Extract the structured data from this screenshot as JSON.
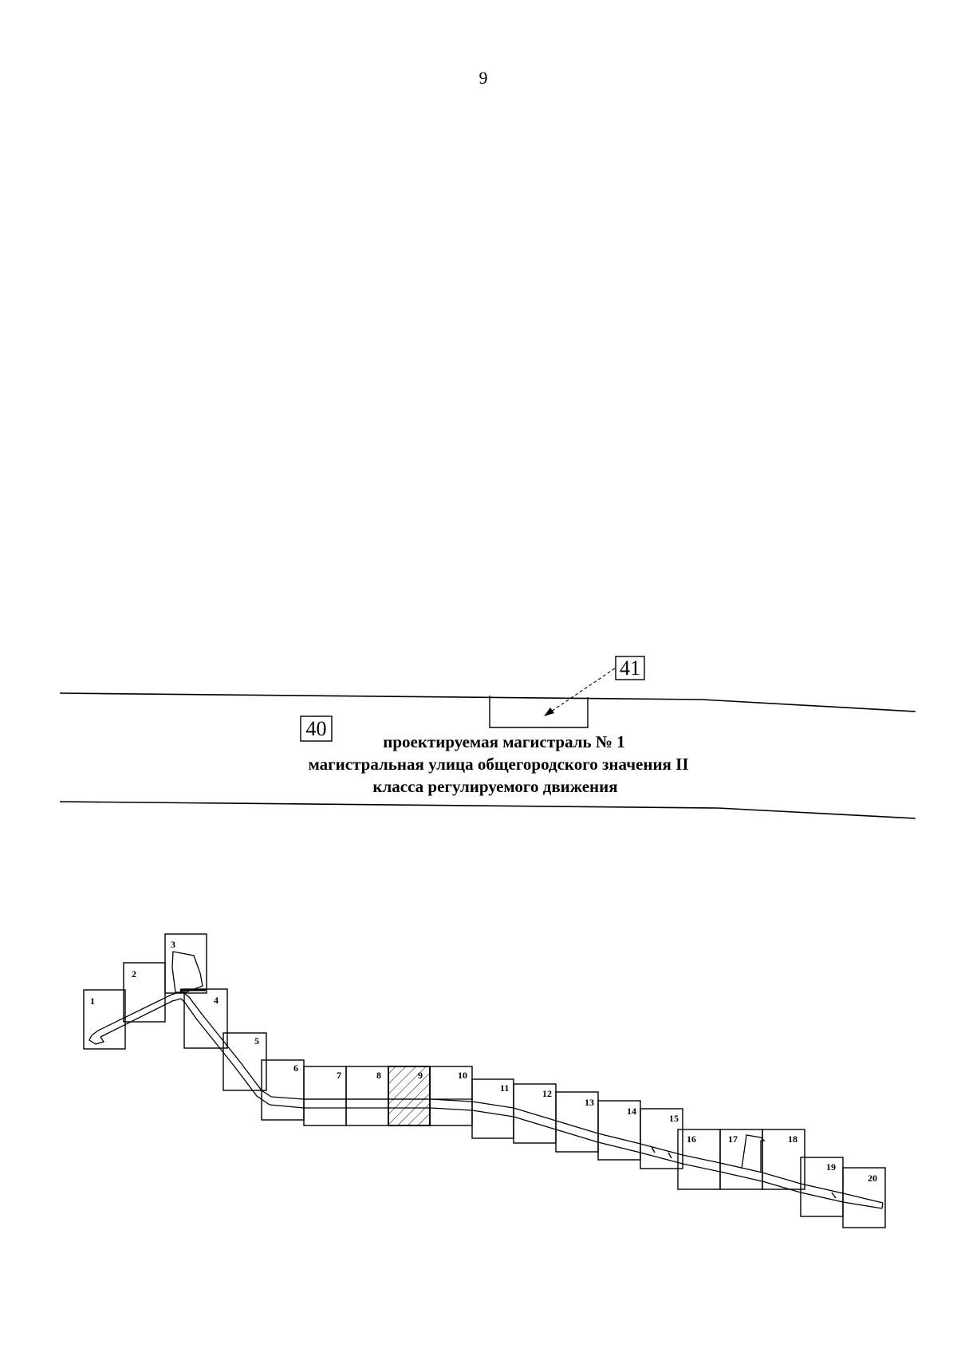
{
  "page_number": "9",
  "plan": {
    "callout_41": "41",
    "callout_40": "40",
    "street_line1": "проектируемая магистраль № 1",
    "street_line2": "магистральная улица общегородского значения II",
    "street_line3": "класса регулируемого движения"
  },
  "index_map": {
    "sheet_labels": [
      "1",
      "2",
      "3",
      "4",
      "5",
      "6",
      "7",
      "8",
      "9",
      "10",
      "11",
      "12",
      "13",
      "14",
      "15",
      "16",
      "17",
      "18",
      "19",
      "20"
    ],
    "highlighted_sheet": "9"
  }
}
